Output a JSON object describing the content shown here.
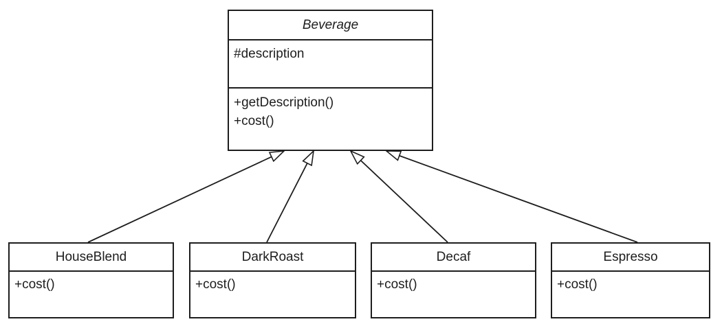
{
  "uml": {
    "relationship": "generalization",
    "superclass": {
      "name": "Beverage",
      "is_abstract": true,
      "attributes": [
        "#description"
      ],
      "methods": [
        "+getDescription()",
        "+cost()"
      ]
    },
    "subclasses": [
      {
        "name": "HouseBlend",
        "methods": [
          "+cost()"
        ]
      },
      {
        "name": "DarkRoast",
        "methods": [
          "+cost()"
        ]
      },
      {
        "name": "Decaf",
        "methods": [
          "+cost()"
        ]
      },
      {
        "name": "Espresso",
        "methods": [
          "+cost()"
        ]
      }
    ],
    "colors": {
      "stroke": "#1d1d1d",
      "fill": "#ffffff",
      "background": "#ffffff"
    }
  }
}
